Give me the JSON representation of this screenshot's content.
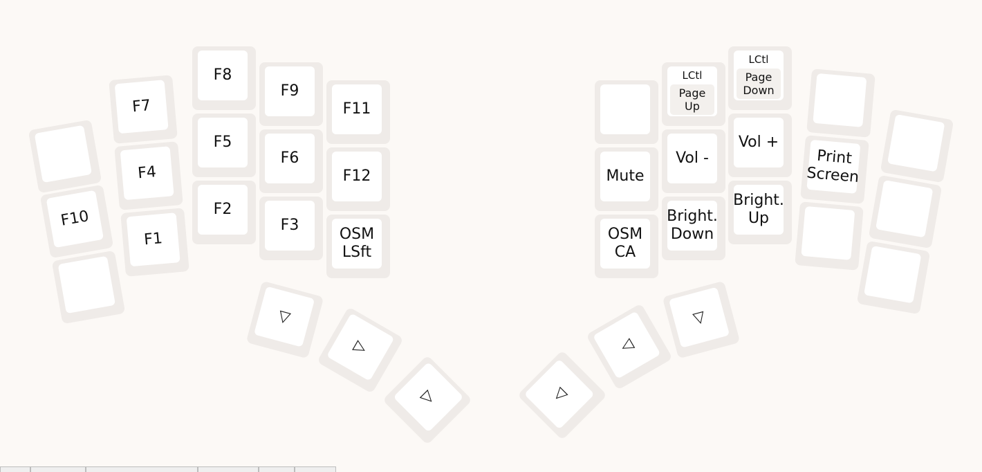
{
  "left_hand": {
    "keys": [
      {
        "label": ""
      },
      {
        "label": "F10"
      },
      {
        "label": ""
      },
      {
        "label": "F7"
      },
      {
        "label": "F4"
      },
      {
        "label": "F1"
      },
      {
        "label": "F8"
      },
      {
        "label": "F5"
      },
      {
        "label": "F2"
      },
      {
        "label": "F9"
      },
      {
        "label": "F6"
      },
      {
        "label": "F3"
      },
      {
        "label": "F11"
      },
      {
        "label": "F12"
      },
      {
        "label": "OSM\nLSft"
      }
    ],
    "thumbs": [
      {
        "label": "▽"
      },
      {
        "label": "▷"
      },
      {
        "label": "▷"
      }
    ]
  },
  "right_hand": {
    "keys": [
      {
        "label": ""
      },
      {
        "label": "Mute"
      },
      {
        "label": "OSM\nCA"
      },
      {
        "hold": "LCtl",
        "tap": "Page\nUp"
      },
      {
        "label": "Vol -"
      },
      {
        "label": "Bright.\nDown"
      },
      {
        "hold": "LCtl",
        "tap": "Page\nDown"
      },
      {
        "label": "Vol +"
      },
      {
        "label": "Bright.\nUp"
      },
      {
        "label": ""
      },
      {
        "label": "Print\nScreen"
      },
      {
        "label": ""
      },
      {
        "label": ""
      },
      {
        "label": ""
      },
      {
        "label": ""
      }
    ],
    "thumbs": [
      {
        "label": "▽"
      },
      {
        "label": "◁"
      },
      {
        "label": "◁"
      }
    ]
  }
}
